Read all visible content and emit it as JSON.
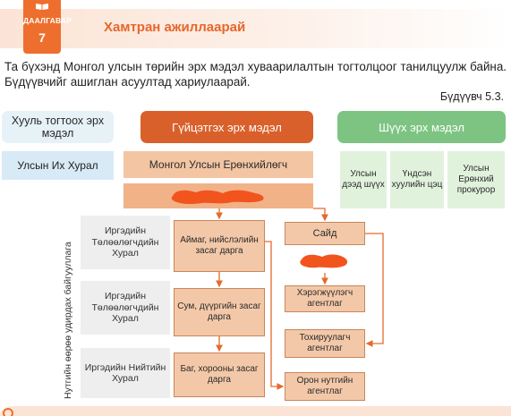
{
  "header": {
    "badge_word": "ДААЛГАВАР",
    "badge_number": "7",
    "title": "Хамтран ажиллаарай"
  },
  "instruction": "Та бүхэнд Монгол улсын төрийн эрх мэдэл хуваарилалтын тогтолцоог танилцуулж байна. Бүдүүвчийг ашиглан асуултад хариулаарай.",
  "figure_label": "Бүдүүвч 5.3.",
  "legislative": {
    "heading": "Хууль тогтоох эрх мэдэл",
    "body": "Улсын Их Хурал"
  },
  "executive": {
    "heading": "Гүйцэтгэх эрх мэдэл",
    "president": "Монгол Улсын Ерөнхийлөгч"
  },
  "judicial": {
    "heading": "Шүүх эрх мэдэл",
    "bodies": [
      "Улсын дээд шүүх",
      "Үндсэн хуулийн цэц",
      "Улсын Ерөнхий прокурор"
    ]
  },
  "local_label": "Нутгийн өөрөө удирдах байгууллага",
  "councils": [
    "Иргэдийн Төлөөлөгчдийн Хурал",
    "Иргэдийн Төлөөлөгчдийн Хурал",
    "Иргэдийн Нийтийн Хурал"
  ],
  "governors": [
    "Аймаг, нийслэлийн засаг дарга",
    "Сум, дүүргийн засаг дарга",
    "Баг, хорооны засаг дарга"
  ],
  "ministries": [
    "Сайд",
    "Хэрэгжүүлэгч агентлаг",
    "Тохируулагч агентлаг",
    "Орон нутгийн агентлаг"
  ],
  "colors": {
    "accent": "#ee6f2d",
    "exec_header": "#d9602a",
    "judicial_header": "#7dc482",
    "redaction": "#f2541e"
  }
}
